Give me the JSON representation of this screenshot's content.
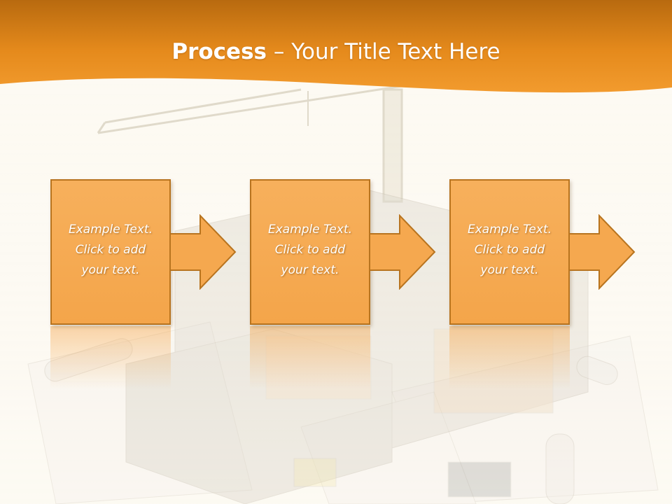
{
  "slide": {
    "title_bold": "Process",
    "title_separator": " – ",
    "title_rest": "Your Title Text Here"
  },
  "steps": [
    {
      "lines": [
        "Example Text.",
        "Click  to add",
        "your text."
      ]
    },
    {
      "lines": [
        "Example Text.",
        "Click  to add",
        "your text."
      ]
    },
    {
      "lines": [
        "Example Text.",
        "Click  to add",
        "your text."
      ]
    }
  ],
  "colors": {
    "header_orange": "#e58a1c",
    "box_fill": "#f5a84f",
    "box_border": "#b8741f",
    "background": "#fdfaf3"
  },
  "icons": [
    "crane-illustration",
    "building-illustration",
    "arrow-right-icon"
  ]
}
